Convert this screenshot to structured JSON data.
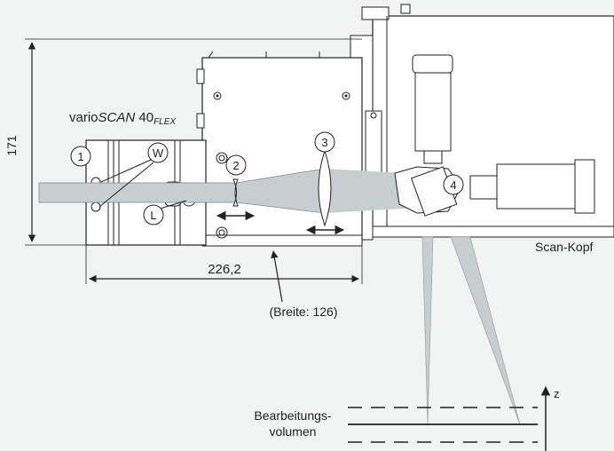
{
  "labels": {
    "product_prefix": "vario",
    "product_italic": "SCAN",
    "product_number": " 40",
    "product_sub": "FLEX",
    "dim_height": "171",
    "dim_length": "226,2",
    "width_note": "(Breite: 126)",
    "scan_head": "Scan-Kopf",
    "volume_line1": "Bearbeitungs-",
    "volume_line2": "volumen",
    "axis_z": "z"
  },
  "markers": {
    "m1": "1",
    "m2": "2",
    "m3": "3",
    "m4": "4",
    "W": "W",
    "L": "L"
  },
  "colors": {
    "background": "#f2f4f4",
    "housing": "#ffffff",
    "line": "#222222",
    "beam": "#c8cdcf"
  }
}
